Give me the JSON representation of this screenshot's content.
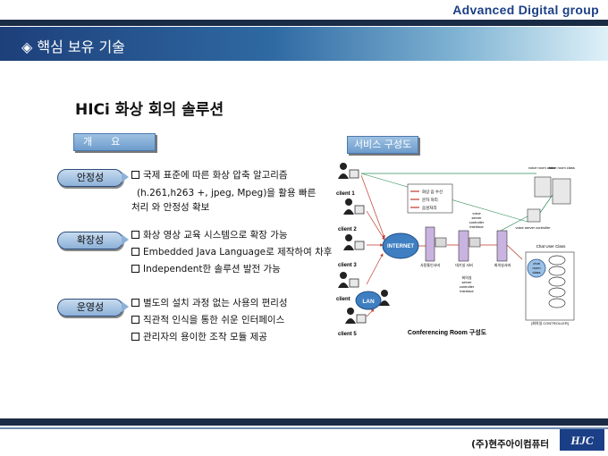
{
  "header": {
    "brand": "Advanced Digital  group",
    "title": "◈ 핵심 보유 기술"
  },
  "main": {
    "heading": "HICi 화상 회의 솔루션",
    "overview_tag": "개      요",
    "service_tag": "서비스 구성도",
    "sections": [
      {
        "label": "안정성",
        "lines": [
          "국제 표준에 따른 화상 압축  알고리즘",
          "(h.261,h263 +, jpeg, Mpeg)을 활용 빠른",
          "처리 와 안정성 확보"
        ]
      },
      {
        "label": "확장성",
        "lines": [
          "화상 영상 교육 시스템으로 확장 가능",
          "Embedded Java Language로 제작하여 차후",
          "Independent한 솔루션 발전 가능"
        ]
      },
      {
        "label": "운영성",
        "lines": [
          "별도의 설치 과정 없는 사용의 편리성",
          "직관적 인식을 통한 쉬운 인터페이스",
          "관리자의 용이한 조작 모듈 제공"
        ]
      }
    ]
  },
  "diagram": {
    "clients": [
      "client 1",
      "client 2",
      "client 3",
      "client",
      "client 5"
    ],
    "internet": "INTERNET",
    "lan": "LAN",
    "legend": [
      "화상 음 수신",
      "문자 처리",
      "음성처리"
    ],
    "voice_rooms": [
      "voice room class",
      "voice room class"
    ],
    "voice_server_top": "voice server controller",
    "voice_server_mid": [
      "voice",
      "server",
      "controller",
      "interface"
    ],
    "servers": [
      "사용통인서버",
      "대기실 서버",
      "회의실서버"
    ],
    "chat_user_class": "Chat User Class",
    "chat_room_class": [
      "chat",
      "room",
      "class"
    ],
    "meeting_interface": [
      "회의실",
      "server",
      "controller",
      "interface"
    ],
    "controller_label": "[회의실 CONTROLLER]",
    "caption": "Conferencing Room 구성도"
  },
  "footer": {
    "company": "(주)현주아이컴퓨터",
    "logo_text": "HJC"
  },
  "colors": {
    "navy": "#1a2b45",
    "brand_blue": "#1b3f86",
    "pill_blue": "#8db1d8"
  }
}
